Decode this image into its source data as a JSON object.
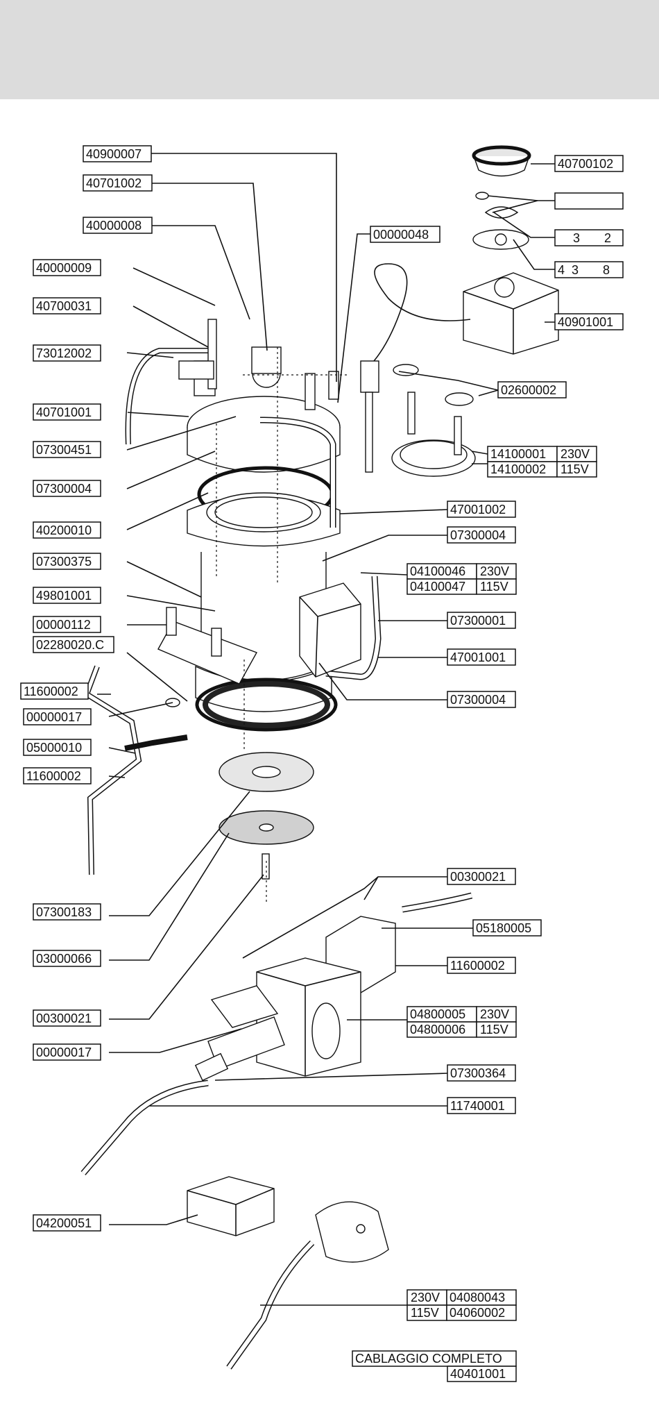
{
  "labels": {
    "l40900007": "40900007",
    "l40701002": "40701002",
    "l40000008": "40000008",
    "l00000048": "00000048",
    "l40000009": "40000009",
    "l40700031": "40700031",
    "l73012002": "73012002",
    "l40701001": "40701001",
    "l07300451": "07300451",
    "l07300004a": "07300004",
    "l40200010": "40200010",
    "l07300375": "07300375",
    "l49801001": "49801001",
    "l00000112": "00000112",
    "l02280020": "02280020.C",
    "l11600002a": "11600002",
    "l00000017a": "00000017",
    "l05000010": "05000010",
    "l11600002b": "11600002",
    "l07300183": "07300183",
    "l03000066": "03000066",
    "l00300021a": "00300021",
    "l00000017b": "00000017",
    "l04200051": "04200051",
    "l40700102": "40700102",
    "l32": "3       2",
    "l438": "4  3       8",
    "l40901001": "40901001",
    "l02600002": "02600002",
    "l14100001": "14100001",
    "l14100001v": "230V",
    "l14100002": "14100002",
    "l14100002v": "115V",
    "l47001002": "47001002",
    "l07300004b": "07300004",
    "l04100046": "04100046",
    "l04100046v": "230V",
    "l04100047": "04100047",
    "l04100047v": "115V",
    "l07300001": "07300001",
    "l47001001": "47001001",
    "l07300004c": "07300004",
    "l00300021b": "00300021",
    "l05180005": "05180005",
    "l11600002c": "11600002",
    "l04800005": "04800005",
    "l04800005v": "230V",
    "l04800006": "04800006",
    "l04800006v": "115V",
    "l07300364": "07300364",
    "l11740001": "11740001",
    "l04080043v": "230V",
    "l04080043": "04080043",
    "l04060002v": "115V",
    "l04060002": "04060002",
    "cablaggio": "CABLAGGIO COMPLETO",
    "l40401001": "40401001"
  }
}
